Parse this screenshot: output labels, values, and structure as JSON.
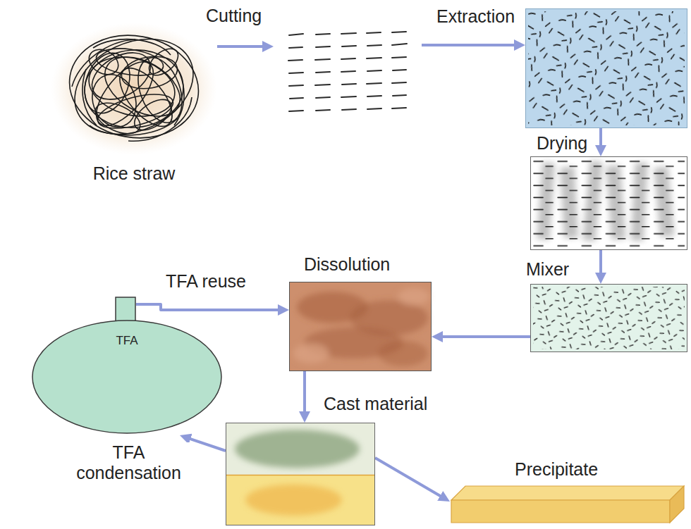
{
  "diagram": {
    "nodes": [
      {
        "text": [
          "Rice straw"
        ]
      },
      {
        "text": [
          "Cutting"
        ]
      },
      {
        "text": [
          "Extraction"
        ]
      },
      {
        "text": [
          "Drying"
        ]
      },
      {
        "text": [
          "Mixer"
        ]
      },
      {
        "text": [
          "Dissolution"
        ]
      },
      {
        "text": [
          "TFA"
        ]
      },
      {
        "text": [
          "Cast material"
        ]
      },
      {
        "text": [
          "Precipitate"
        ]
      }
    ],
    "edges": [
      {
        "from": 0,
        "to": 1,
        "arrow": "to"
      },
      {
        "from": 1,
        "to": 2,
        "arrow": "to"
      },
      {
        "from": 2,
        "to": 3,
        "arrow": "to"
      },
      {
        "from": 3,
        "to": 4,
        "arrow": "to"
      },
      {
        "from": 4,
        "to": 5,
        "arrow": "to"
      },
      {
        "from": 6,
        "to": 5,
        "label": "TFA reuse",
        "arrow": "to"
      },
      {
        "from": 5,
        "to": 7,
        "arrow": "to"
      },
      {
        "from": 7,
        "to": 6,
        "label": "TFA condensation",
        "arrow": "to"
      },
      {
        "from": 7,
        "to": 8,
        "arrow": "to"
      }
    ]
  }
}
